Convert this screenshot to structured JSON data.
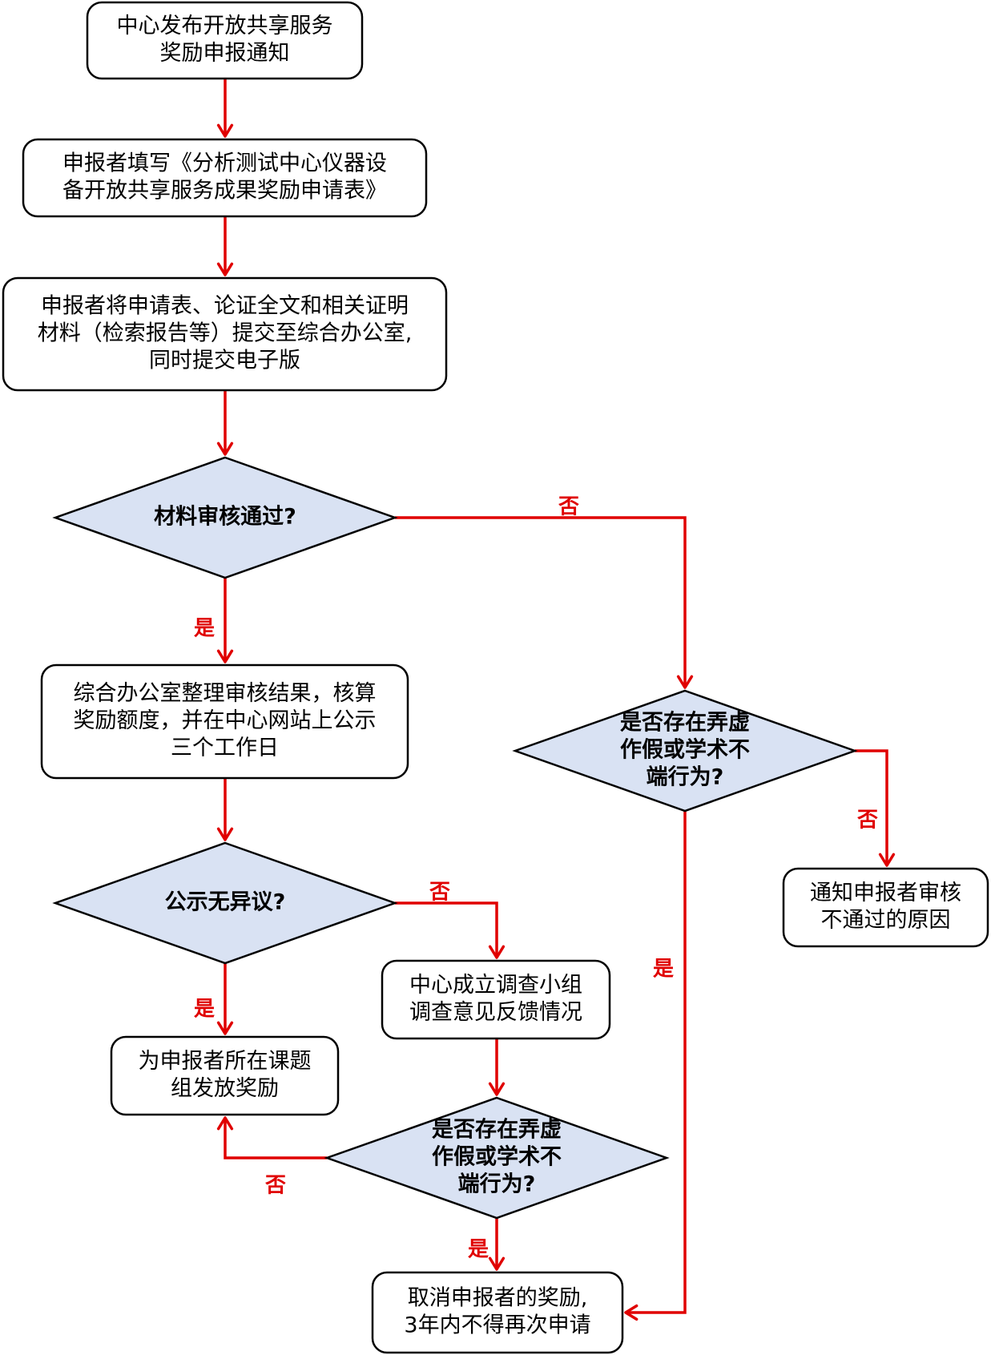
{
  "colors": {
    "arrow": "#e00000",
    "box_stroke": "#000000",
    "box_fill": "#ffffff",
    "diamond_fill": "#d9e2f3",
    "label": "#e00000"
  },
  "nodes": {
    "publish_notice": {
      "type": "process",
      "lines": [
        "中心发布开放共享服务",
        "奖励申报通知"
      ]
    },
    "fill_form": {
      "type": "process",
      "lines": [
        "申报者填写《分析测试中心仪器设",
        "备开放共享服务成果奖励申请表》"
      ]
    },
    "submit_materials": {
      "type": "process",
      "lines": [
        "申报者将申请表、论证全文和相关证明",
        "材料（检索报告等）提交至综合办公室,",
        "同时提交电子版"
      ]
    },
    "review_passed": {
      "type": "decision",
      "lines": [
        "材料审核通过?"
      ]
    },
    "organize_results": {
      "type": "process",
      "lines": [
        "综合办公室整理审核结果，核算",
        "奖励额度，并在中心网站上公示",
        "三个工作日"
      ]
    },
    "fraud_check_1": {
      "type": "decision",
      "lines": [
        "是否存在弄虚",
        "作假或学术不",
        "端行为?"
      ]
    },
    "notify_reject": {
      "type": "process",
      "lines": [
        "通知申报者审核",
        "不通过的原因"
      ]
    },
    "no_objection": {
      "type": "decision",
      "lines": [
        "公示无异议?"
      ]
    },
    "investigate": {
      "type": "process",
      "lines": [
        "中心成立调查小组",
        "调查意见反馈情况"
      ]
    },
    "issue_award": {
      "type": "process",
      "lines": [
        "为申报者所在课题",
        "组发放奖励"
      ]
    },
    "fraud_check_2": {
      "type": "decision",
      "lines": [
        "是否存在弄虚",
        "作假或学术不",
        "端行为?"
      ]
    },
    "cancel_award": {
      "type": "process",
      "lines": [
        "取消申报者的奖励,",
        "3年内不得再次申请"
      ]
    }
  },
  "edges": [
    {
      "from": "publish_notice",
      "to": "fill_form",
      "label": ""
    },
    {
      "from": "fill_form",
      "to": "submit_materials",
      "label": ""
    },
    {
      "from": "submit_materials",
      "to": "review_passed",
      "label": ""
    },
    {
      "from": "review_passed",
      "to": "organize_results",
      "label": "是"
    },
    {
      "from": "review_passed",
      "to": "fraud_check_1",
      "label": "否"
    },
    {
      "from": "fraud_check_1",
      "to": "notify_reject",
      "label": "否"
    },
    {
      "from": "fraud_check_1",
      "to": "cancel_award",
      "label": "是"
    },
    {
      "from": "organize_results",
      "to": "no_objection",
      "label": ""
    },
    {
      "from": "no_objection",
      "to": "issue_award",
      "label": "是"
    },
    {
      "from": "no_objection",
      "to": "investigate",
      "label": "否"
    },
    {
      "from": "investigate",
      "to": "fraud_check_2",
      "label": ""
    },
    {
      "from": "fraud_check_2",
      "to": "issue_award",
      "label": "否"
    },
    {
      "from": "fraud_check_2",
      "to": "cancel_award",
      "label": "是"
    }
  ]
}
